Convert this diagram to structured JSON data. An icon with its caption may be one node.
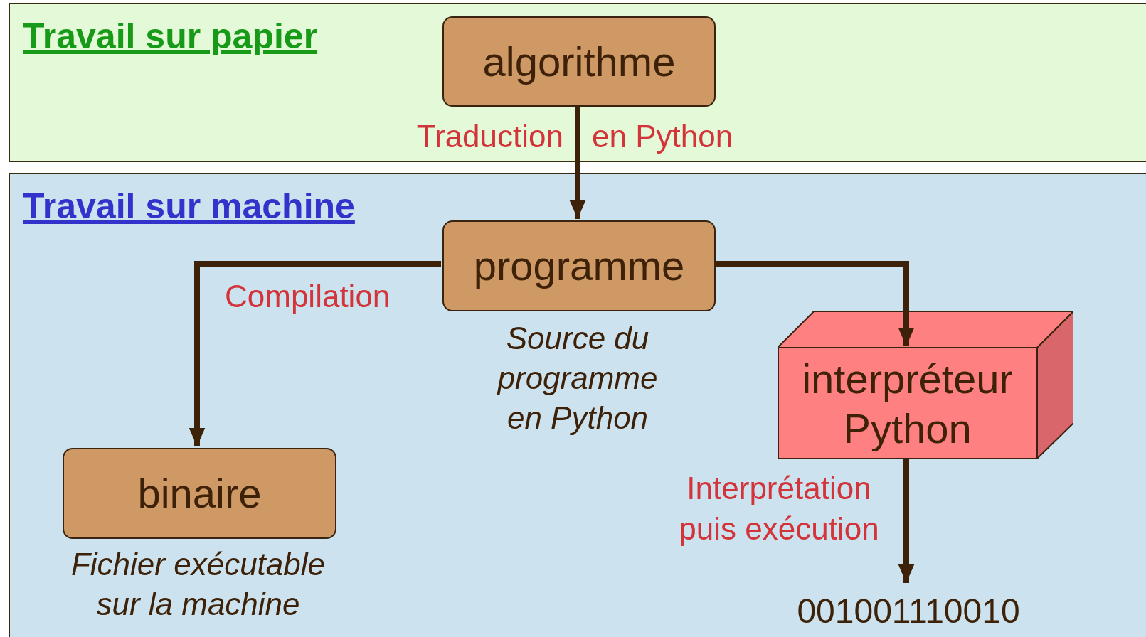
{
  "diagram": {
    "nodes": [
      {
        "text": [
          "Travail sur papier"
        ]
      },
      {
        "text": [
          "algorithme"
        ],
        "in": 0
      },
      {
        "text": [
          "Travail sur machine"
        ]
      },
      {
        "text": [
          "programme"
        ],
        "in": 2,
        "beside": [
          "Source du programme en Python"
        ]
      },
      {
        "text": [
          "binaire"
        ],
        "in": 2,
        "beside": [
          "Fichier exécutable sur la machine"
        ]
      },
      {
        "text": [
          "interpréteur Python"
        ],
        "in": 2
      },
      {
        "text": [
          "001001110010"
        ],
        "in": 2
      }
    ],
    "edges": [
      {
        "from": 1,
        "to": 3,
        "arrow": "to",
        "label": "Traduction en Python"
      },
      {
        "from": 3,
        "to": 4,
        "arrow": "to",
        "label": "Compilation"
      },
      {
        "from": 3,
        "to": 5,
        "arrow": "to"
      },
      {
        "from": 5,
        "to": 6,
        "arrow": "to",
        "label": "Interprétation puis exécution"
      }
    ]
  }
}
